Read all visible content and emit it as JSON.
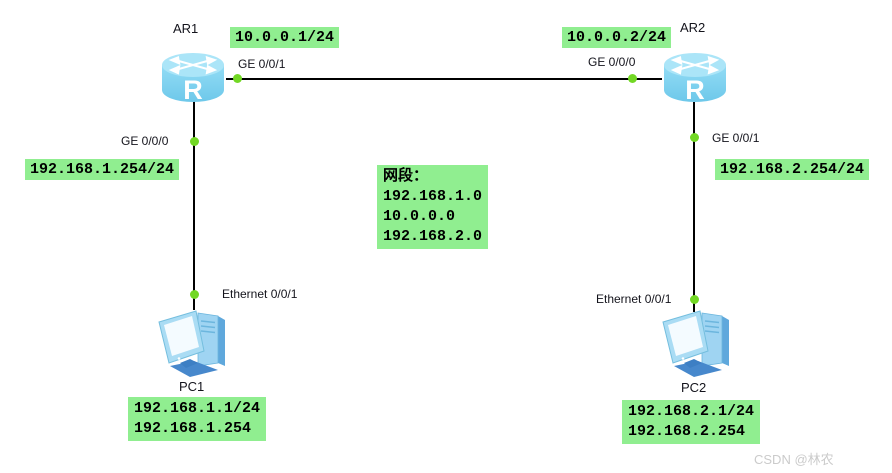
{
  "colors": {
    "note_bg": "#90EE90",
    "dot_green": "#72d824",
    "link_black": "#000000",
    "router_blue": "#8fd9f4",
    "watermark_gray": "#cbcbcb"
  },
  "devices": {
    "ar1": "AR1",
    "ar2": "AR2",
    "pc1": "PC1",
    "pc2": "PC2"
  },
  "interfaces": {
    "ar1_wan": "GE 0/0/1",
    "ar1_lan": "GE 0/0/0",
    "ar2_wan": "GE 0/0/0",
    "ar2_lan": "GE 0/0/1",
    "pc1": "Ethernet 0/0/1",
    "pc2": "Ethernet 0/0/1"
  },
  "notes": {
    "ar1_wan_ip": "10.0.0.1/24",
    "ar2_wan_ip": "10.0.0.2/24",
    "ar1_lan_ip": "192.168.1.254/24",
    "ar2_lan_ip": "192.168.2.254/24",
    "pc1_lines": [
      "192.168.1.1/24",
      "192.168.1.254"
    ],
    "pc2_lines": [
      "192.168.2.1/24",
      "192.168.2.254"
    ],
    "segments_lines": [
      "网段：",
      "192.168.1.0",
      "10.0.0.0",
      "192.168.2.0"
    ]
  },
  "watermark": "CSDN @林农"
}
